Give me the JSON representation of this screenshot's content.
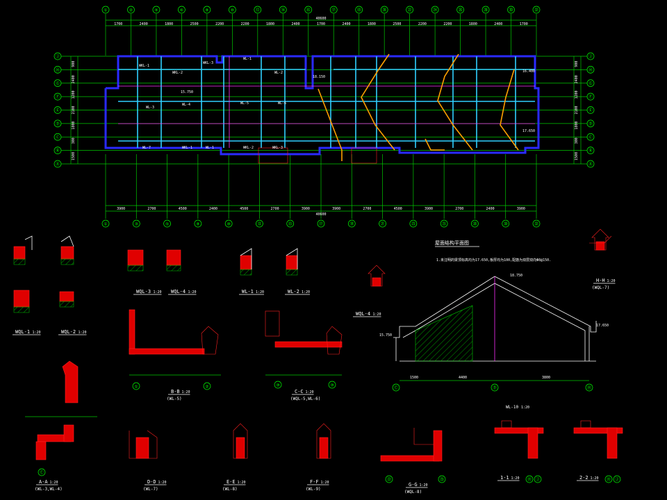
{
  "colors": {
    "background": "#000000",
    "axis_grid": "#00c800",
    "bubble": "#00ff00",
    "outer_wall": "#2a2aff",
    "inner_wall": "#30d0ff",
    "beam_red": "#e00000",
    "dim_white": "#ffffff",
    "orange_beam": "#ffa000",
    "magenta": "#ff30ff"
  },
  "plan": {
    "top_axes": [
      "①",
      "②",
      "④",
      "⑥",
      "⑧",
      "⑩",
      "⑫",
      "⑭",
      "⑯",
      "⑰",
      "⑱",
      "⑳",
      "㉒",
      "㉔",
      "㉖",
      "㉘",
      "㉚",
      "㉜"
    ],
    "bottom_axes": [
      "①",
      "③",
      "⑤",
      "⑧",
      "⑩",
      "⑬",
      "⑮",
      "⑰",
      "⑲",
      "㉑",
      "㉓",
      "㉕",
      "㉘",
      "㉚",
      "㉜"
    ],
    "left_axes": [
      "Ⓙ",
      "Ⓗ",
      "Ⓖ",
      "Ⓕ",
      "Ⓔ",
      "Ⓓ",
      "Ⓒ",
      "Ⓑ",
      "Ⓐ"
    ],
    "right_axes": [
      "Ⓙ",
      "Ⓗ",
      "Ⓖ",
      "Ⓕ",
      "Ⓔ",
      "Ⓓ",
      "Ⓒ",
      "Ⓑ",
      "Ⓐ"
    ],
    "top_dims": [
      "1700",
      "2400",
      "1800",
      "2500",
      "2200",
      "2200",
      "1800",
      "2400",
      "1700",
      "2400",
      "1800",
      "2500",
      "2200",
      "2200",
      "1800",
      "2400",
      "1700"
    ],
    "top_total": "40600",
    "bottom_dims": [
      "3900",
      "2700",
      "4500",
      "2400",
      "4500",
      "2700",
      "3900",
      "3900",
      "2700",
      "4500",
      "3900",
      "2700",
      "2400",
      "3900"
    ],
    "bottom_total": "40600",
    "side_dims": [
      "900",
      "2400",
      "1200",
      "2100",
      "1800",
      "300",
      "1500"
    ],
    "tags": [
      "WKL-1",
      "WKL-2",
      "WKL-3",
      "WL-1",
      "WL-2",
      "WL-3",
      "WL-4",
      "WL-5",
      "WL-6",
      "WL-7"
    ],
    "elev": [
      "18.150",
      "16.400",
      "17.650",
      "15.750"
    ]
  },
  "details": [
    {
      "name": "WQL-1",
      "scale": "1:20"
    },
    {
      "name": "WQL-2",
      "scale": "1:20"
    },
    {
      "name": "WQL-3",
      "scale": "1:20"
    },
    {
      "name": "WQL-4",
      "scale": "1:20"
    },
    {
      "name": "WL-1",
      "scale": "1:20"
    },
    {
      "name": "WL-2",
      "scale": "1:20"
    },
    {
      "name": "WQL-4",
      "scale": "1:20"
    },
    {
      "name": "H-H",
      "scale": "1:20",
      "sub": "(WQL-7)"
    }
  ],
  "sections": [
    {
      "title": "B-B",
      "scale": "1:20",
      "sub": "(WL-5)",
      "axes": [
        "①",
        "⑧"
      ],
      "axes2": [
        "②",
        "⑧"
      ]
    },
    {
      "title": "C-C",
      "scale": "1:20",
      "sub": "(WQL-5,WL-6)",
      "axes": [
        "⑩"
      ],
      "axes2": [
        "⑩"
      ]
    },
    {
      "title": "A-A",
      "scale": "1:20",
      "sub": "(WL-3,WL-4)",
      "axes": [
        "Ⓒ"
      ]
    },
    {
      "title": "D-D",
      "scale": "1:20",
      "sub": "(WL-7)"
    },
    {
      "title": "E-E",
      "scale": "1:20",
      "sub": "(WL-8)"
    },
    {
      "title": "F-F",
      "scale": "1:20",
      "sub": "(WL-9)"
    },
    {
      "title": "G-G",
      "scale": "1:20",
      "sub": "(WQL-8)",
      "axes": [
        "㉒",
        "㉕"
      ]
    },
    {
      "title": "1-1",
      "scale": "1:20",
      "axes": [
        "Ⓗ",
        "Ⓙ"
      ]
    },
    {
      "title": "2-2",
      "scale": "1:20",
      "axes": [
        "Ⓗ",
        "Ⓙ"
      ]
    }
  ],
  "roof": {
    "heading": "屋面结构平面图",
    "note": "1.未注明的梁顶标高均为17.650,板厚均为100,配筋为双层双向Φ8@150.",
    "section_name": "WL-10",
    "section_scale": "1:20",
    "bottom_dims": [
      "1500",
      "4400",
      "3800"
    ],
    "axes": [
      "Ⓒ",
      "Ⓓ",
      "Ⓗ"
    ],
    "elev": [
      "15.750",
      "17.650",
      "18.750"
    ]
  }
}
